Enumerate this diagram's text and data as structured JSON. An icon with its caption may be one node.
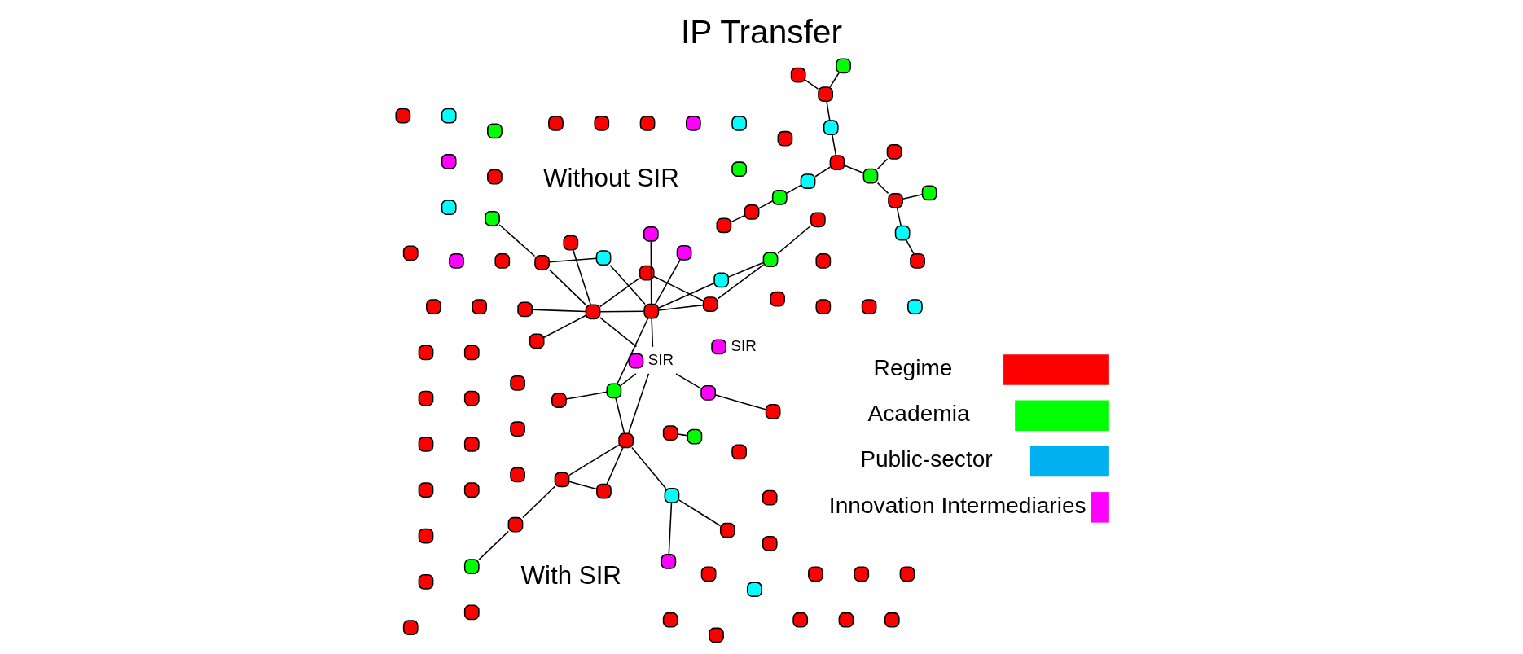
{
  "diagram": {
    "title": "IP Transfer",
    "nodes": [
      {
        "text": [],
        "shape": "box",
        "beside": [
          "SIR"
        ]
      },
      {
        "text": [],
        "shape": "box"
      },
      {
        "text": [],
        "shape": "box"
      },
      {
        "text": [],
        "shape": "box"
      },
      {
        "text": [],
        "shape": "box"
      },
      {
        "text": [],
        "shape": "box"
      },
      {
        "text": [],
        "shape": "box"
      },
      {
        "text": [],
        "shape": "box"
      },
      {
        "text": [],
        "shape": "box"
      },
      {
        "text": [],
        "shape": "box"
      },
      {
        "text": [],
        "shape": "box"
      },
      {
        "text": [],
        "shape": "box"
      },
      {
        "text": [],
        "shape": "box"
      },
      {
        "text": [],
        "shape": "box"
      },
      {
        "text": [],
        "shape": "box"
      },
      {
        "text": [],
        "shape": "box"
      },
      {
        "text": [],
        "shape": "box"
      },
      {
        "text": [],
        "shape": "box"
      },
      {
        "text": [],
        "shape": "box"
      },
      {
        "text": [],
        "shape": "box"
      },
      {
        "text": [],
        "shape": "box"
      },
      {
        "text": [],
        "shape": "box"
      },
      {
        "text": [],
        "shape": "box"
      },
      {
        "text": [],
        "shape": "box"
      },
      {
        "text": [],
        "shape": "box"
      },
      {
        "text": [],
        "shape": "box"
      },
      {
        "text": [],
        "shape": "box"
      },
      {
        "text": [],
        "shape": "box"
      },
      {
        "text": [],
        "shape": "box"
      },
      {
        "text": [],
        "shape": "box"
      },
      {
        "text": [],
        "shape": "box"
      },
      {
        "text": [],
        "shape": "box"
      },
      {
        "text": [],
        "shape": "box"
      },
      {
        "text": [],
        "shape": "box"
      },
      {
        "text": [],
        "shape": "box"
      },
      {
        "text": [],
        "shape": "box"
      },
      {
        "text": [],
        "shape": "box"
      },
      {
        "text": [],
        "shape": "box"
      },
      {
        "text": [],
        "shape": "box"
      },
      {
        "text": [],
        "shape": "box"
      },
      {
        "text": [],
        "shape": "box"
      },
      {
        "text": [],
        "shape": "box"
      },
      {
        "text": [],
        "shape": "box"
      },
      {
        "text": [],
        "shape": "box"
      },
      {
        "text": [],
        "shape": "box"
      },
      {
        "text": [],
        "shape": "box"
      },
      {
        "text": [],
        "shape": "box"
      },
      {
        "text": [],
        "shape": "box"
      },
      {
        "text": [],
        "shape": "box"
      },
      {
        "text": [],
        "shape": "box"
      },
      {
        "text": [],
        "shape": "box"
      },
      {
        "text": [],
        "shape": "box"
      },
      {
        "text": [],
        "shape": "box"
      },
      {
        "text": [],
        "shape": "box"
      },
      {
        "text": [],
        "shape": "box"
      },
      {
        "text": [],
        "shape": "box"
      },
      {
        "text": [],
        "shape": "box"
      },
      {
        "text": [],
        "shape": "box"
      },
      {
        "text": [],
        "shape": "box"
      },
      {
        "text": [],
        "shape": "box"
      },
      {
        "text": [],
        "shape": "box"
      },
      {
        "text": [],
        "shape": "box"
      },
      {
        "text": [],
        "shape": "box"
      },
      {
        "text": [],
        "shape": "box"
      },
      {
        "text": [],
        "shape": "box"
      },
      {
        "text": [],
        "shape": "box"
      },
      {
        "text": [],
        "shape": "box"
      },
      {
        "text": [],
        "shape": "box"
      },
      {
        "text": [],
        "shape": "box"
      },
      {
        "text": [],
        "shape": "box"
      },
      {
        "text": [],
        "shape": "box"
      },
      {
        "text": [],
        "shape": "box"
      },
      {
        "text": [],
        "shape": "box"
      },
      {
        "text": [],
        "shape": "box"
      },
      {
        "text": [],
        "shape": "box"
      },
      {
        "text": [],
        "shape": "box"
      },
      {
        "text": [],
        "shape": "box"
      },
      {
        "text": [],
        "shape": "box"
      },
      {
        "text": [],
        "shape": "box"
      },
      {
        "text": [],
        "shape": "box"
      },
      {
        "text": [],
        "shape": "box"
      },
      {
        "text": [],
        "shape": "box"
      },
      {
        "text": [],
        "shape": "box",
        "beside": [
          "SIR"
        ]
      },
      {
        "text": [],
        "shape": "box"
      },
      {
        "text": [],
        "shape": "box"
      },
      {
        "text": [],
        "shape": "box"
      },
      {
        "text": [],
        "shape": "box"
      },
      {
        "text": [],
        "shape": "box"
      },
      {
        "text": [],
        "shape": "box"
      },
      {
        "text": [],
        "shape": "box"
      },
      {
        "text": [],
        "shape": "box"
      },
      {
        "text": [],
        "shape": "box"
      },
      {
        "text": [],
        "shape": "box"
      },
      {
        "text": [],
        "shape": "box"
      },
      {
        "text": [],
        "shape": "box"
      },
      {
        "text": [],
        "shape": "box"
      },
      {
        "text": [],
        "shape": "box"
      }
    ],
    "edges": [
      {
        "from": 26,
        "to": 27,
        "arrow": "none"
      },
      {
        "from": 28,
        "to": 29,
        "arrow": "none"
      },
      {
        "from": 29,
        "to": 30,
        "arrow": "none"
      },
      {
        "from": 30,
        "to": 31,
        "arrow": "none"
      },
      {
        "from": 31,
        "to": 32,
        "arrow": "none"
      },
      {
        "from": 33,
        "to": 34,
        "arrow": "none"
      },
      {
        "from": 34,
        "to": 35,
        "arrow": "none"
      },
      {
        "from": 35,
        "to": 36,
        "arrow": "none"
      },
      {
        "from": 36,
        "to": 32,
        "arrow": "none"
      },
      {
        "from": 32,
        "to": 37,
        "arrow": "none"
      },
      {
        "from": 37,
        "to": 38,
        "arrow": "none"
      },
      {
        "from": 38,
        "to": 39,
        "arrow": "none"
      },
      {
        "from": 35,
        "to": 40,
        "arrow": "none"
      },
      {
        "from": 36,
        "to": 41,
        "arrow": "none"
      },
      {
        "from": 38,
        "to": 42,
        "arrow": "none"
      },
      {
        "from": 69,
        "to": 70,
        "arrow": "none"
      },
      {
        "from": 68,
        "to": 70,
        "arrow": "none"
      },
      {
        "from": 70,
        "to": 77,
        "arrow": "none"
      },
      {
        "from": 72,
        "to": 77,
        "arrow": "none"
      },
      {
        "from": 72,
        "to": 78,
        "arrow": "none"
      },
      {
        "from": 78,
        "to": 77,
        "arrow": "none"
      },
      {
        "from": 76,
        "to": 78,
        "arrow": "none"
      },
      {
        "from": 74,
        "to": 76,
        "arrow": "none"
      },
      {
        "from": 77,
        "to": 82,
        "arrow": "none"
      },
      {
        "from": 77,
        "to": 83,
        "arrow": "none"
      },
      {
        "from": 83,
        "to": 82,
        "arrow": "none"
      },
      {
        "from": 83,
        "to": 87,
        "arrow": "none"
      },
      {
        "from": 83,
        "to": 86,
        "arrow": "none"
      },
      {
        "from": 82,
        "to": 88,
        "arrow": "none"
      },
      {
        "from": 88,
        "to": 93,
        "arrow": "none"
      },
      {
        "from": 82,
        "to": 86,
        "arrow": "none"
      },
      {
        "from": 82,
        "to": 80,
        "arrow": "none"
      },
      {
        "from": 80,
        "to": 73,
        "arrow": "none"
      },
      {
        "from": 80,
        "to": 71,
        "arrow": "none"
      },
      {
        "from": 80,
        "to": 75,
        "arrow": "none"
      },
      {
        "from": 80,
        "to": 81,
        "arrow": "none"
      },
      {
        "from": 81,
        "to": 79,
        "arrow": "none"
      },
      {
        "from": 81,
        "to": 85,
        "arrow": "none"
      },
      {
        "from": 85,
        "to": 86,
        "arrow": "none"
      },
      {
        "from": 80,
        "to": 86,
        "arrow": "none"
      },
      {
        "from": 80,
        "to": 84,
        "arrow": "none"
      },
      {
        "from": 84,
        "to": 89,
        "arrow": "none"
      },
      {
        "from": 86,
        "to": 89,
        "arrow": "none"
      },
      {
        "from": 86,
        "to": 90,
        "arrow": "none"
      },
      {
        "from": 86,
        "to": 92,
        "arrow": "none"
      },
      {
        "from": 86,
        "to": 91,
        "arrow": "none"
      },
      {
        "from": 91,
        "to": 94,
        "arrow": "none"
      },
      {
        "from": 89,
        "to": 94,
        "arrow": "none"
      },
      {
        "from": 94,
        "to": 95,
        "arrow": "none"
      }
    ],
    "labels": [
      "Without SIR",
      "With SIR"
    ],
    "legend": [
      {
        "text": "Regime",
        "color": "#ff0000"
      },
      {
        "text": "Academia",
        "color": "#00ff00"
      },
      {
        "text": "Public-sector",
        "color": "#00b0f0"
      },
      {
        "text": "Innovation Intermediaries",
        "color": "#ff00ff"
      }
    ]
  }
}
